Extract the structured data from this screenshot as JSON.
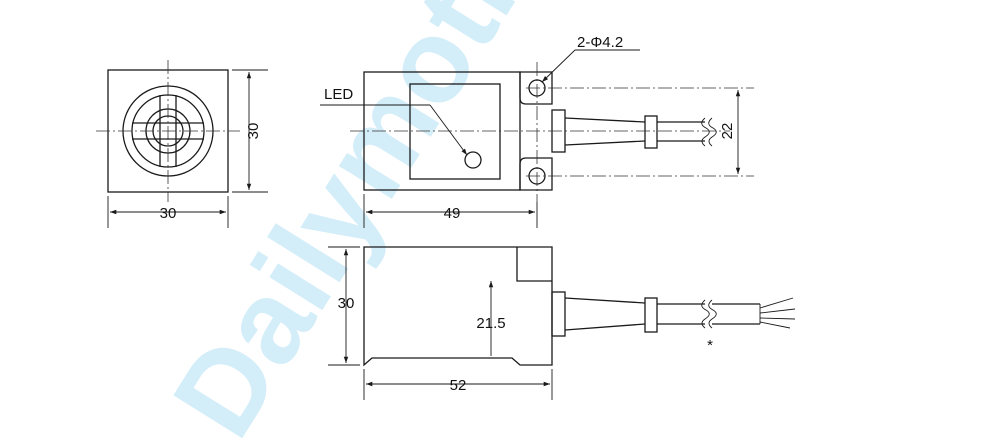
{
  "watermark": "Dailymotion",
  "labels": {
    "hole_spec": "2-Φ4.2",
    "led": "LED",
    "front_height": "30",
    "front_width": "30",
    "top_length": "49",
    "hole_pitch": "22",
    "side_height": "30",
    "sensing_height": "21.5",
    "side_length": "52",
    "note_mark": "*"
  },
  "colors": {
    "line": "#1a1a1a",
    "watermark": "#d4eef9",
    "background": "#ffffff"
  }
}
